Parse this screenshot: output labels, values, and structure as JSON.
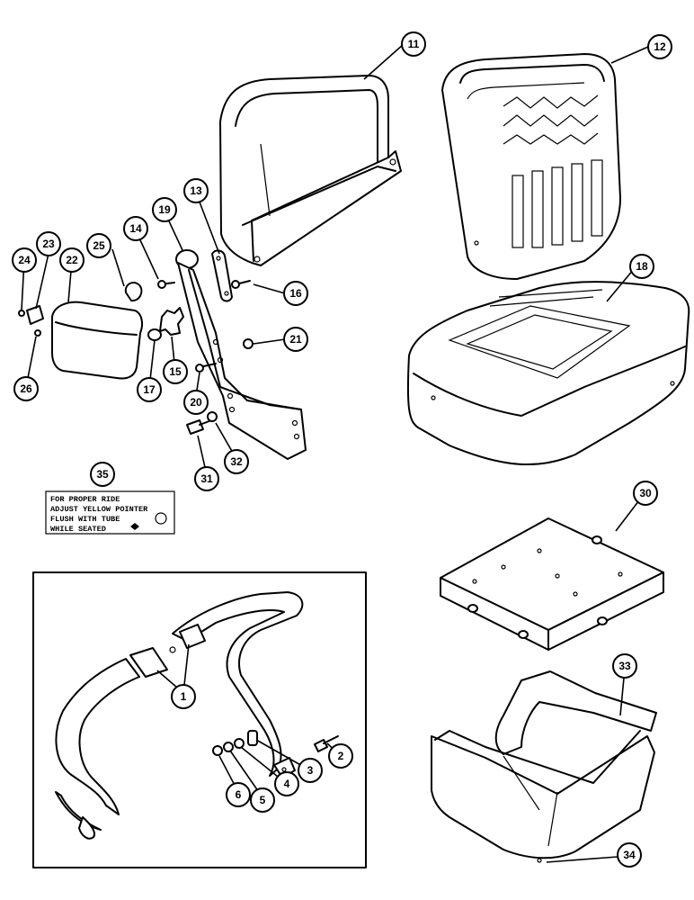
{
  "decal": {
    "line1": "FOR PROPER RIDE",
    "line2": "ADJUST YELLOW POINTER",
    "line3": "FLUSH WITH TUBE",
    "line4": "WHILE SEATED"
  },
  "callouts": [
    {
      "id": "c1",
      "label": "1"
    },
    {
      "id": "c2",
      "label": "2"
    },
    {
      "id": "c3",
      "label": "3"
    },
    {
      "id": "c4",
      "label": "4"
    },
    {
      "id": "c5",
      "label": "5"
    },
    {
      "id": "c6",
      "label": "6"
    },
    {
      "id": "c11",
      "label": "11"
    },
    {
      "id": "c12",
      "label": "12"
    },
    {
      "id": "c13",
      "label": "13"
    },
    {
      "id": "c14",
      "label": "14"
    },
    {
      "id": "c15",
      "label": "15"
    },
    {
      "id": "c16",
      "label": "16"
    },
    {
      "id": "c17",
      "label": "17"
    },
    {
      "id": "c18",
      "label": "18"
    },
    {
      "id": "c19",
      "label": "19"
    },
    {
      "id": "c20",
      "label": "20"
    },
    {
      "id": "c21",
      "label": "21"
    },
    {
      "id": "c22",
      "label": "22"
    },
    {
      "id": "c23",
      "label": "23"
    },
    {
      "id": "c24",
      "label": "24"
    },
    {
      "id": "c25",
      "label": "25"
    },
    {
      "id": "c26",
      "label": "26"
    },
    {
      "id": "c30",
      "label": "30"
    },
    {
      "id": "c31",
      "label": "31"
    },
    {
      "id": "c32",
      "label": "32"
    },
    {
      "id": "c33",
      "label": "33"
    },
    {
      "id": "c34",
      "label": "34"
    },
    {
      "id": "c35",
      "label": "35"
    }
  ]
}
